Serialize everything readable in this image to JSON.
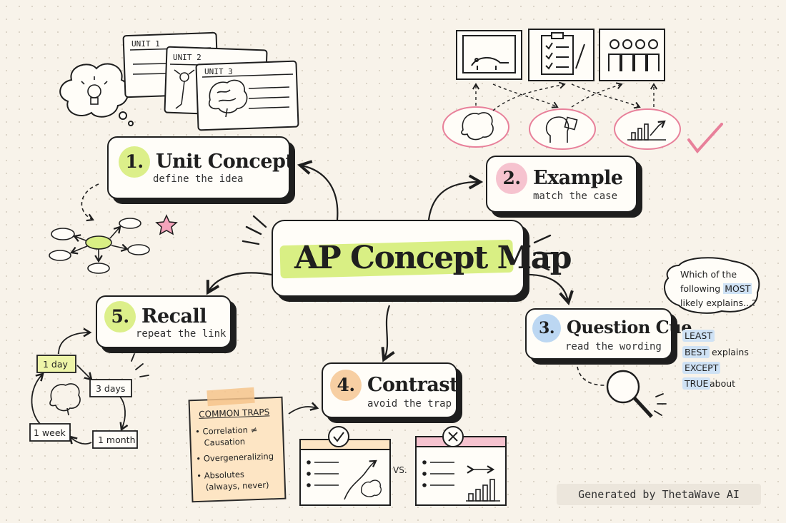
{
  "map": {
    "title": "AP Concept Map"
  },
  "nodes": {
    "unit_concept": {
      "number": "1.",
      "title": "Unit Concept",
      "subtitle": "define the idea"
    },
    "example": {
      "number": "2.",
      "title": "Example",
      "subtitle": "match the case"
    },
    "question_cue": {
      "number": "3.",
      "title": "Question Cue",
      "subtitle": "read the wording"
    },
    "contrast": {
      "number": "4.",
      "title": "Contrast",
      "subtitle": "avoid the trap"
    },
    "recall": {
      "number": "5.",
      "title": "Recall",
      "subtitle": "repeat the link"
    }
  },
  "unit_cards": [
    "UNIT 1",
    "UNIT 2",
    "UNIT 3"
  ],
  "question_bubble": {
    "line1": "Which of the",
    "line2_pre": "following",
    "line2_highlight": "MOST",
    "line3": "likely explains...?"
  },
  "cue_words": [
    {
      "highlight": "LEAST",
      "rest": ""
    },
    {
      "highlight": "BEST",
      "rest": "explains"
    },
    {
      "highlight": "EXCEPT",
      "rest": ""
    },
    {
      "highlight": "TRUE",
      "rest": "about"
    }
  ],
  "recall_cycle": {
    "day1": "1 day",
    "days3": "3 days",
    "month1": "1 month",
    "week1": "1 week"
  },
  "traps": {
    "heading": "COMMON TRAPS",
    "item1_line1": "• Correlation ≠",
    "item1_line2": "Causation",
    "item2": "• Overgeneralizing",
    "item3_line1": "• Absolutes",
    "item3_line2": "(always, never)"
  },
  "compare": {
    "vs": "VS."
  },
  "footer": {
    "credit": "Generated by ThetaWave AI"
  },
  "colors": {
    "ink": "#1e1e1e",
    "highlight_green": "#d9ef84",
    "badge_green": "#dcef8a",
    "badge_pink": "#f6c3cf",
    "badge_blue": "#bcd7f2",
    "badge_orange": "#f7cfa3",
    "accent_pink": "#e8809a",
    "sticky_note": "#fde5c4",
    "cue_tag_blue": "#cfe2f5"
  }
}
